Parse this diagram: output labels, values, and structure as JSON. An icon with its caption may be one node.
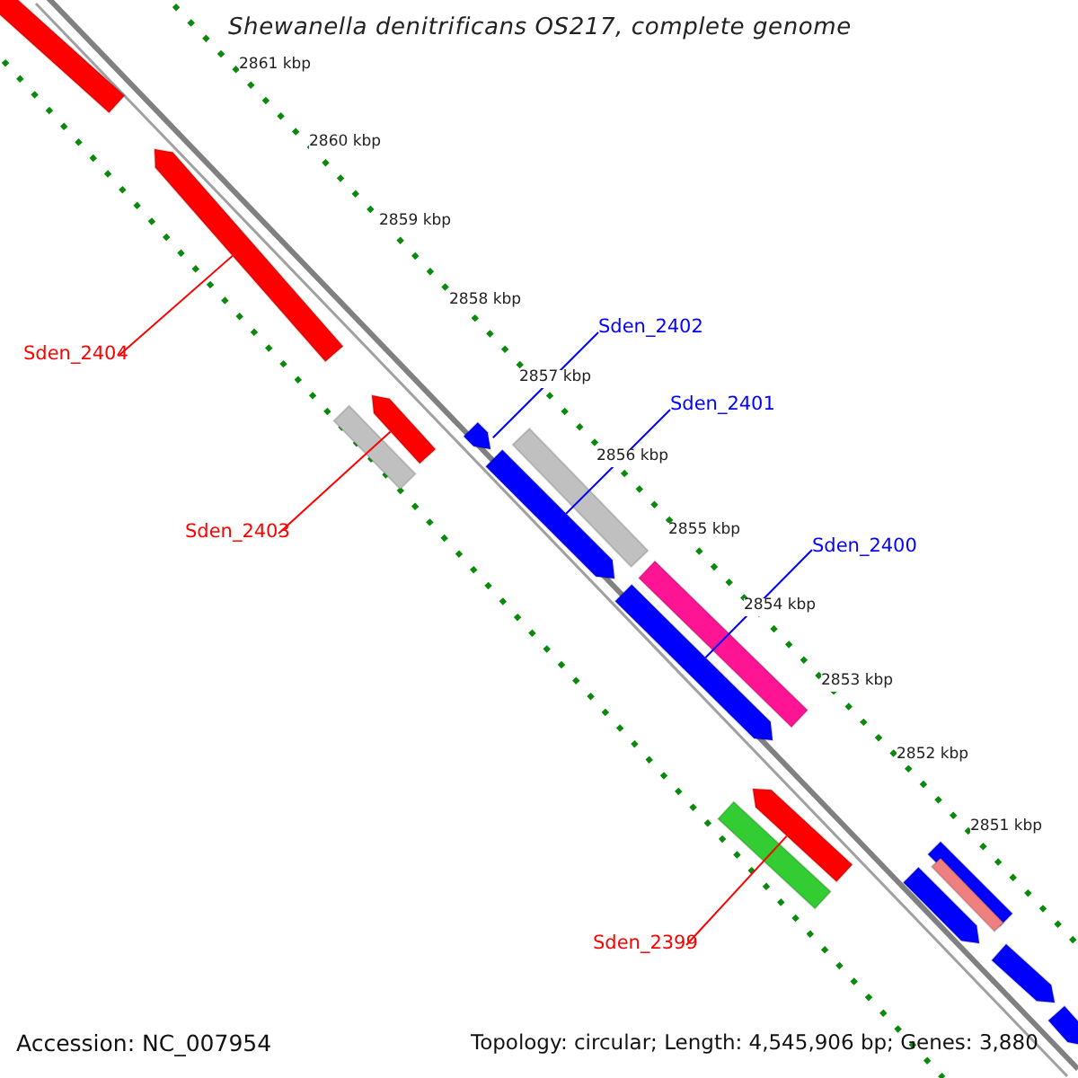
{
  "diagram": {
    "title": "Shewanella denitrificans OS217, complete genome",
    "nodes": [
      {
        "text": [
          "Sden_2404"
        ]
      },
      {
        "text": [
          "Sden_2403"
        ]
      },
      {
        "text": [
          "Sden_2402"
        ]
      },
      {
        "text": [
          "Sden_2401"
        ]
      },
      {
        "text": [
          "Sden_2400"
        ]
      },
      {
        "text": [
          "Sden_2399"
        ]
      },
      {
        "text": [],
        "shape": "arrow"
      },
      {
        "text": [],
        "shape": "arrow"
      },
      {
        "text": [],
        "shape": "arrow"
      },
      {
        "text": [],
        "shape": "arrow"
      },
      {
        "text": [],
        "shape": "arrow"
      },
      {
        "text": [],
        "shape": "arrow"
      },
      {
        "text": [],
        "shape": "bar"
      },
      {
        "text": [],
        "shape": "bar"
      },
      {
        "text": [],
        "shape": "bar"
      },
      {
        "text": [],
        "shape": "bar"
      },
      {
        "text": [],
        "shape": "bar"
      },
      {
        "text": [],
        "shape": "bar"
      },
      {
        "text": [],
        "shape": "bar"
      },
      {
        "text": [],
        "shape": "arrow"
      },
      {
        "text": [],
        "shape": "arrow"
      },
      {
        "text": [],
        "shape": "arrow"
      }
    ],
    "edges": [
      {
        "from": 0,
        "to": 6,
        "arrow": "none",
        "color": "#ff0000"
      },
      {
        "from": 1,
        "to": 7,
        "arrow": "none",
        "color": "#ff0000"
      },
      {
        "from": 2,
        "to": 8,
        "arrow": "none",
        "color": "#0000ff"
      },
      {
        "from": 3,
        "to": 9,
        "arrow": "none",
        "color": "#0000ff"
      },
      {
        "from": 4,
        "to": 10,
        "arrow": "none",
        "color": "#0000ff"
      },
      {
        "from": 5,
        "to": 11,
        "arrow": "none",
        "color": "#ff0000"
      }
    ],
    "labels": [
      "2861 kbp",
      "2860 kbp",
      "2859 kbp",
      "2858 kbp",
      "2857 kbp",
      "2856 kbp",
      "2855 kbp",
      "2854 kbp",
      "2853 kbp",
      "2852 kbp",
      "2851 kbp",
      "Accession: NC_007954",
      "Topology: circular; Length: 4,545,906 bp; Genes: 3,880"
    ]
  }
}
